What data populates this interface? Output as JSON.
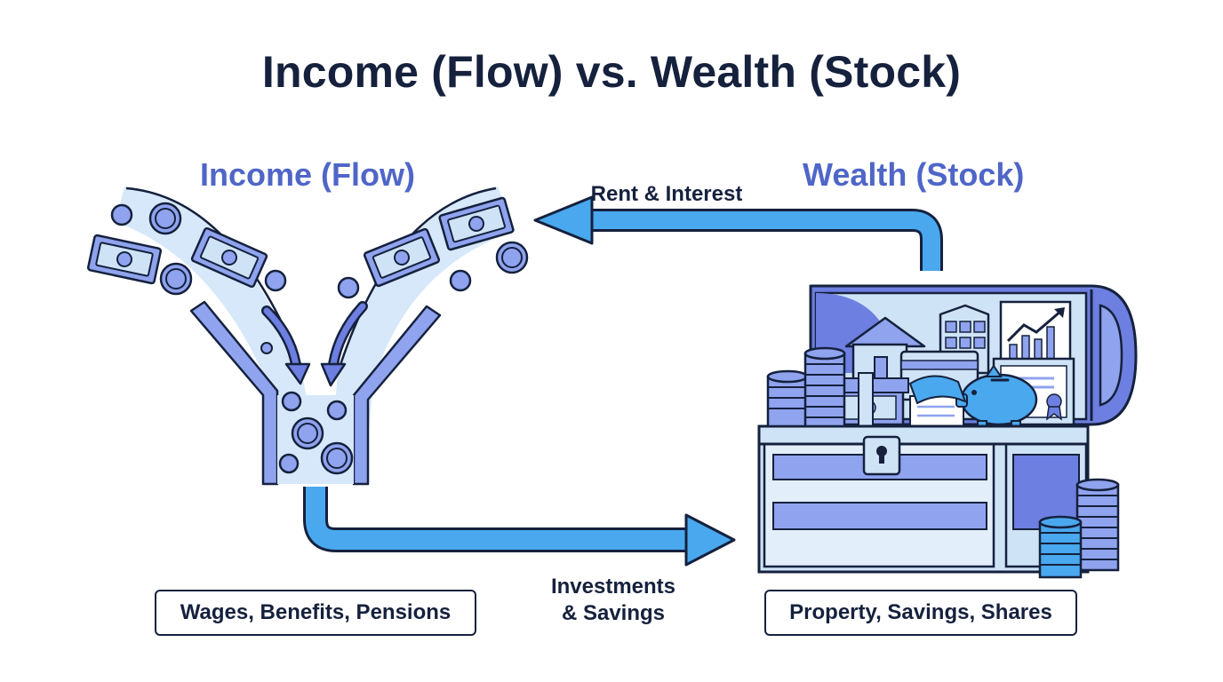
{
  "title": "Income (Flow) vs. Wealth (Stock)",
  "income": {
    "heading": "Income (Flow)",
    "caption": "Wages, Benefits, Pensions",
    "icon": "money-funnel-icon"
  },
  "wealth": {
    "heading": "Wealth (Stock)",
    "caption": "Property, Savings, Shares",
    "icon": "treasure-chest-icon"
  },
  "flows": {
    "wealth_to_income": "Rent & Interest",
    "income_to_wealth": "Investments & Savings"
  },
  "colors": {
    "title": "#15213d",
    "heading": "#4f66c8",
    "arrow": "#4aa8ee",
    "outline": "#15213d",
    "light_blue": "#cfe3f7",
    "mid_blue": "#8fa3ee",
    "periwinkle": "#6d7fe0"
  }
}
